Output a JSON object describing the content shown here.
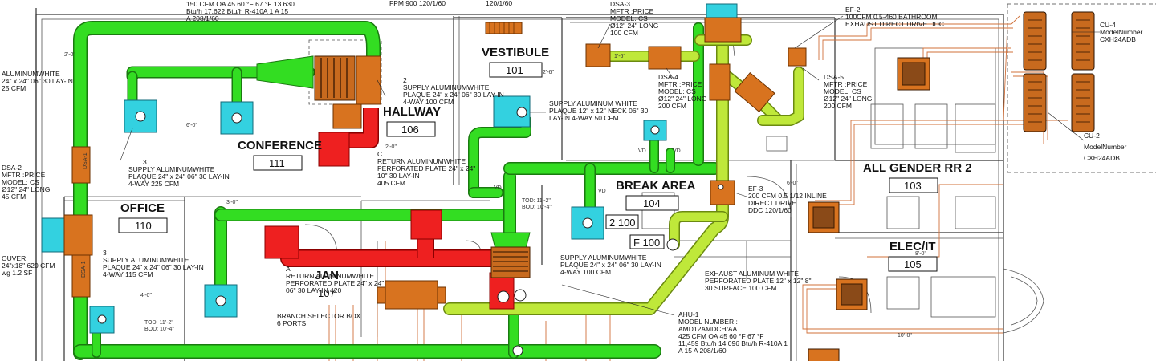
{
  "rooms": {
    "vestibule": {
      "name": "VESTIBULE",
      "number": "101"
    },
    "hallway": {
      "name": "HALLWAY",
      "number": "106"
    },
    "conference": {
      "name": "CONFERENCE",
      "number": "111"
    },
    "office": {
      "name": "OFFICE",
      "number": "110"
    },
    "break_area": {
      "name": "BREAK AREA",
      "number": "104"
    },
    "all_gender_rr": {
      "name": "ALL GENDER RR 2",
      "number": "103"
    },
    "elec_it": {
      "name": "ELEC/IT",
      "number": "105"
    },
    "jan": {
      "name": "JAN",
      "number": "107"
    }
  },
  "tags": {
    "tag_2_100": "2 100",
    "tag_f_100": "F 100"
  },
  "notes": {
    "top_cfm": "150 CFM OA 45 60 °F 67 °F 13.630",
    "top_btu": "Btu/h 17,622 Btu/h R-410A 1 A 15",
    "top_volt": "A 208/1/60",
    "fpm": "FPM 900 120/1/60",
    "top_volt2": "120/1/60",
    "dsa3_a": "DSA-3",
    "dsa3_b": "MFTR :PRICE",
    "dsa3_c": "MODEL: CS",
    "dsa3_d": "Ø12\" 24\" LONG",
    "dsa3_e": "100 CFM",
    "ef2_a": "EF-2",
    "ef2_b": "100CFM 0.5-460 BATHROOM",
    "ef2_c": "EXHAUST DIRECT DRIVE DDC",
    "left_sup_a": "ALUMINUMWHITE",
    "left_sup_b": "24\" x 24\" 06\" 30 LAY-IN",
    "left_sup_c": "25 CFM",
    "dsa2_a": "DSA-2",
    "dsa2_b": "MFTR :PRICE",
    "dsa2_c": "MODEL: CS",
    "dsa2_d": "Ø12\" 24\" LONG",
    "dsa2_e": "45 CFM",
    "louver_a": "OUVER",
    "louver_b": "24\"x18\" 620 CFM",
    "louver_c": "wg 1.2 SF",
    "s2_a": "2",
    "s2_b": "SUPPLY ALUMINUMWHITE",
    "s2_c": "PLAQUE 24\" x 24\" 06\" 30 LAY-IN",
    "s2_d": "4-WAY 100 CFM",
    "s3a_a": "3",
    "s3a_b": "SUPPLY ALUMINUMWHITE",
    "s3a_c": "PLAQUE 24\" x 24\" 06\" 30 LAY-IN",
    "s3a_d": "4-WAY 225 CFM",
    "s3b_a": "3",
    "s3b_b": "SUPPLY ALUMINUMWHITE",
    "s3b_c": "PLAQUE 24\" x 24\" 06\" 30 LAY-IN",
    "s3b_d": "4-WAY 115 CFM",
    "retc_a": "C",
    "retc_b": "RETURN ALUMINUMWHITE",
    "retc_c": "PERFORATED PLATE 24\" x 24\"",
    "retc_d": "10\" 30 LAY-IN",
    "retc_e": "405 CFM",
    "sv_a": "SUPPLY ALUMINUM WHITE",
    "sv_b": "PLAQUE 12\" x 12\" NECK 06\" 30",
    "sv_c": "LAY-IN 4-WAY 50 CFM",
    "dsa4_a": "DSA-4",
    "dsa4_b": "MFTR :PRICE",
    "dsa4_c": "MODEL: CS",
    "dsa4_d": "Ø12\" 24\" LONG",
    "dsa4_e": "200 CFM",
    "dsa5_a": "DSA-5",
    "dsa5_b": "MFTR :PRICE",
    "dsa5_c": "MODEL: CS",
    "dsa5_d": "Ø12\" 24\" LONG",
    "dsa5_e": "200 CFM",
    "ef3_a": "EF-3",
    "ef3_b": "200 CFM 0.5 1/12 INLINE",
    "ef3_c": "DIRECT DRIVE",
    "ef3_d": "DDC 120/1/60",
    "sba_a": "SUPPLY ALUMINUMWHITE",
    "sba_b": "PLAQUE 24\" x 24\" 06\" 30 LAY-IN",
    "sba_c": "4-WAY 100 CFM",
    "exa_a": "EXHAUST ALUMINUM WHITE",
    "exa_b": "PERFORATED PLATE 12\" x 12\" 8\"",
    "exa_c": "30 SURFACE 100 CFM",
    "reta_a": "A",
    "reta_b": "RETURN ALUMINUMWHITE",
    "reta_c": "PERFORATED PLATE 24\" x 24\"",
    "reta_d": "06\" 30 LAY-IN 420",
    "bsb_a": "BRANCH SELECTOR BOX",
    "bsb_b": "6 PORTS",
    "ahu_a": "AHU-1",
    "ahu_b": "MODEL NUMBER :",
    "ahu_c": "AMD12AMDCH/AA",
    "ahu_d": "425 CFM  OA 45 60 °F 67 °F",
    "ahu_e": "11,459 Btu/h 14,096 Btu/h R-410A 1",
    "ahu_f": "A 15 A 208/1/60",
    "cu4_a": "CU-4",
    "cu4_b": "ModelNumber",
    "cu4_c": "CXH24ADB",
    "cu2_a": "CU-2",
    "cu2_b": "ModelNumber",
    "cu2_c": "CXH24ADB",
    "dsa1": "DSA-1",
    "dims": [
      "2'-0\"",
      "6'-0\"",
      "4'-0\"",
      "2'-0\"",
      "1'-6\"",
      "6'-0\"",
      "8'-0\"",
      "10'-0\"",
      "2'-6\"",
      "3'-0\""
    ],
    "vd": "VD",
    "tod1": "TOD: 11'-2\"",
    "bod1": "BOD: 10'-4\""
  },
  "colors": {
    "supply": "#33dd22",
    "exhaust": "#bfe83a",
    "return": "#ee2020",
    "diffuser": "#33d1e0",
    "equipment": "#d8731f",
    "refrigerant": "#d0703a"
  }
}
